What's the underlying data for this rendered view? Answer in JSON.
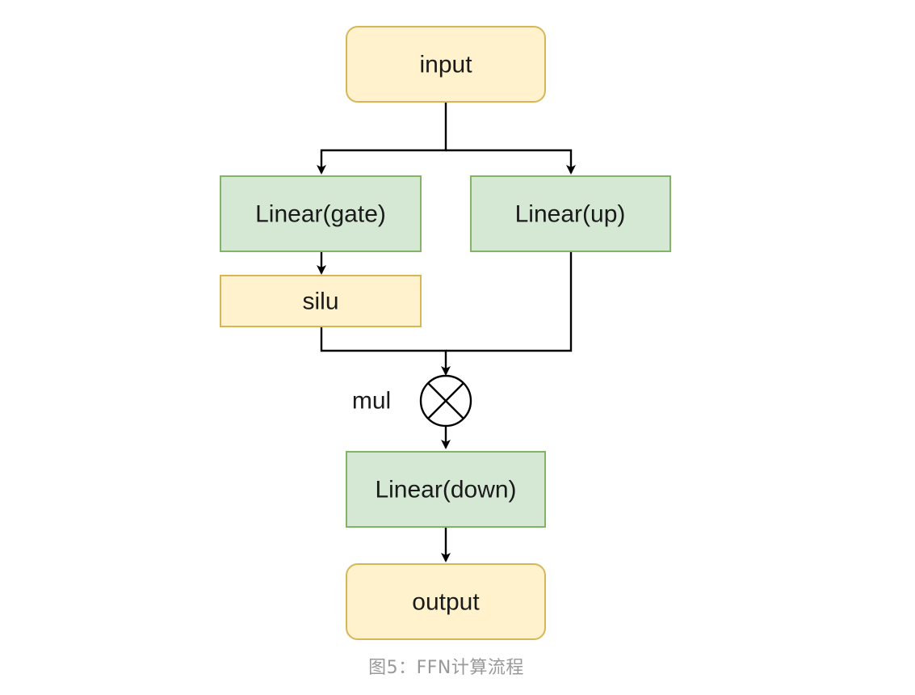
{
  "nodes": {
    "input": "input",
    "linear_gate": "Linear(gate)",
    "linear_up": "Linear(up)",
    "silu": "silu",
    "mul": "mul",
    "linear_down": "Linear(down)",
    "output": "output"
  },
  "colors": {
    "io_fill": "#fff2cc",
    "io_stroke": "#d6b656",
    "linear_fill": "#d5e8d4",
    "linear_stroke": "#82b366",
    "edge": "#000000",
    "caption": "#999999"
  },
  "caption": "图5：FFN计算流程"
}
